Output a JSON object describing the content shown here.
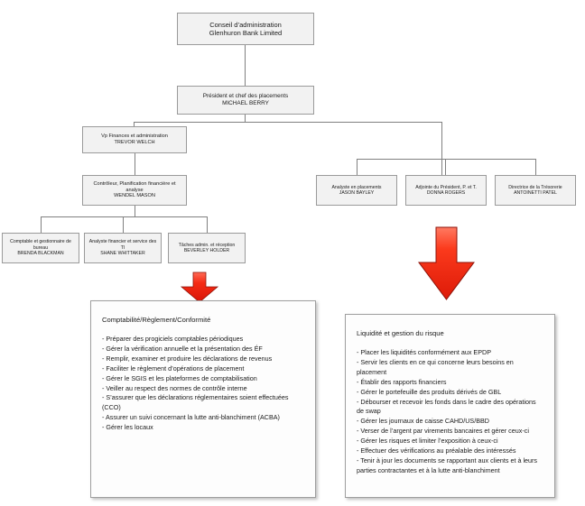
{
  "org_chart": {
    "nodes": [
      {
        "id": "board",
        "title": "Conseil d’administration",
        "person": "Glenhuron Bank Limited"
      },
      {
        "id": "president",
        "title": "Président et chef des placements",
        "person": "MICHAEL BERRY"
      },
      {
        "id": "vp_finance",
        "title": "Vp Finances et administration",
        "person": "TREVOR WELCH"
      },
      {
        "id": "controller",
        "title": "Contrôleur, Planification financière et analyse",
        "person": "WENDEL MASON"
      },
      {
        "id": "comptable",
        "title": "Comptable et gestionnaire de bureau",
        "person": "BRENDA BLACKMAN"
      },
      {
        "id": "analyste_ti",
        "title": "Analyste financier et service des TI",
        "person": "SHANE WHITTAKER"
      },
      {
        "id": "taches_admin",
        "title": "Tâches admin. et réception",
        "person": "BEVERLEY HOLDER"
      },
      {
        "id": "analyste_placements",
        "title": "Analyste en placements",
        "person": "JASON BAYLEY"
      },
      {
        "id": "adjointe",
        "title": "Adjointe du Président, P. et T.",
        "person": "DONNA ROGERS"
      },
      {
        "id": "tresorerie",
        "title": "Directrice de la Trésorerie",
        "person": "ANTOINETTI PATEL"
      }
    ]
  },
  "panels": {
    "left": {
      "heading": "Comptabilité/Règlement/Conformité",
      "items": [
        "- Préparer des progiciels comptables périodiques",
        "- Gérer la vérification annuelle et la présentation des ÉF",
        "- Remplir, examiner et produire les déclarations de revenus",
        "- Faciliter le règlement d’opérations de placement",
        "- Gérer le SGIS et les plateformes de comptabilisation",
        "- Veiller au respect des normes de contrôle interne",
        "- S’assurer que les déclarations réglementaires soient effectuées (CCO)",
        "- Assurer un suivi concernant la lutte anti-blanchiment (ACBA)",
        "- Gérer les locaux"
      ]
    },
    "right": {
      "heading": "Liquidité et gestion du risque",
      "items": [
        "- Placer les liquidités conformément aux EPDP",
        "- Servir les clients en ce qui concerne leurs besoins en placement",
        "- Établir des rapports financiers",
        "- Gérer le portefeuille des produits dérivés de GBL",
        "- Débourser et recevoir les fonds dans le cadre des opérations de swap",
        "- Gérer les journaux de caisse CAHD/US/BBD",
        "- Verser de l’argent par virements bancaires et gérer ceux-ci",
        "- Gérer les risques et limiter l’exposition à ceux-ci",
        "- Effectuer des vérifications au préalable des intéressés",
        "- Tenir à jour les documents se rapportant aux clients et à leurs parties contractantes et à la lutte anti-blanchiment"
      ]
    }
  },
  "arrows": [
    {
      "id": "arrow-to-left-panel",
      "direction": "down",
      "color": "#ee2211"
    },
    {
      "id": "arrow-to-right-panel",
      "direction": "down",
      "color": "#ee2211"
    }
  ],
  "colors": {
    "node_fill": "#f2f2f2",
    "node_border": "#9a9a9a",
    "connector": "#808080",
    "arrow_red": "#ee2211",
    "panel_border": "#9e9e9e",
    "panel_fill": "#fdfdfd",
    "background": "#ffffff"
  }
}
